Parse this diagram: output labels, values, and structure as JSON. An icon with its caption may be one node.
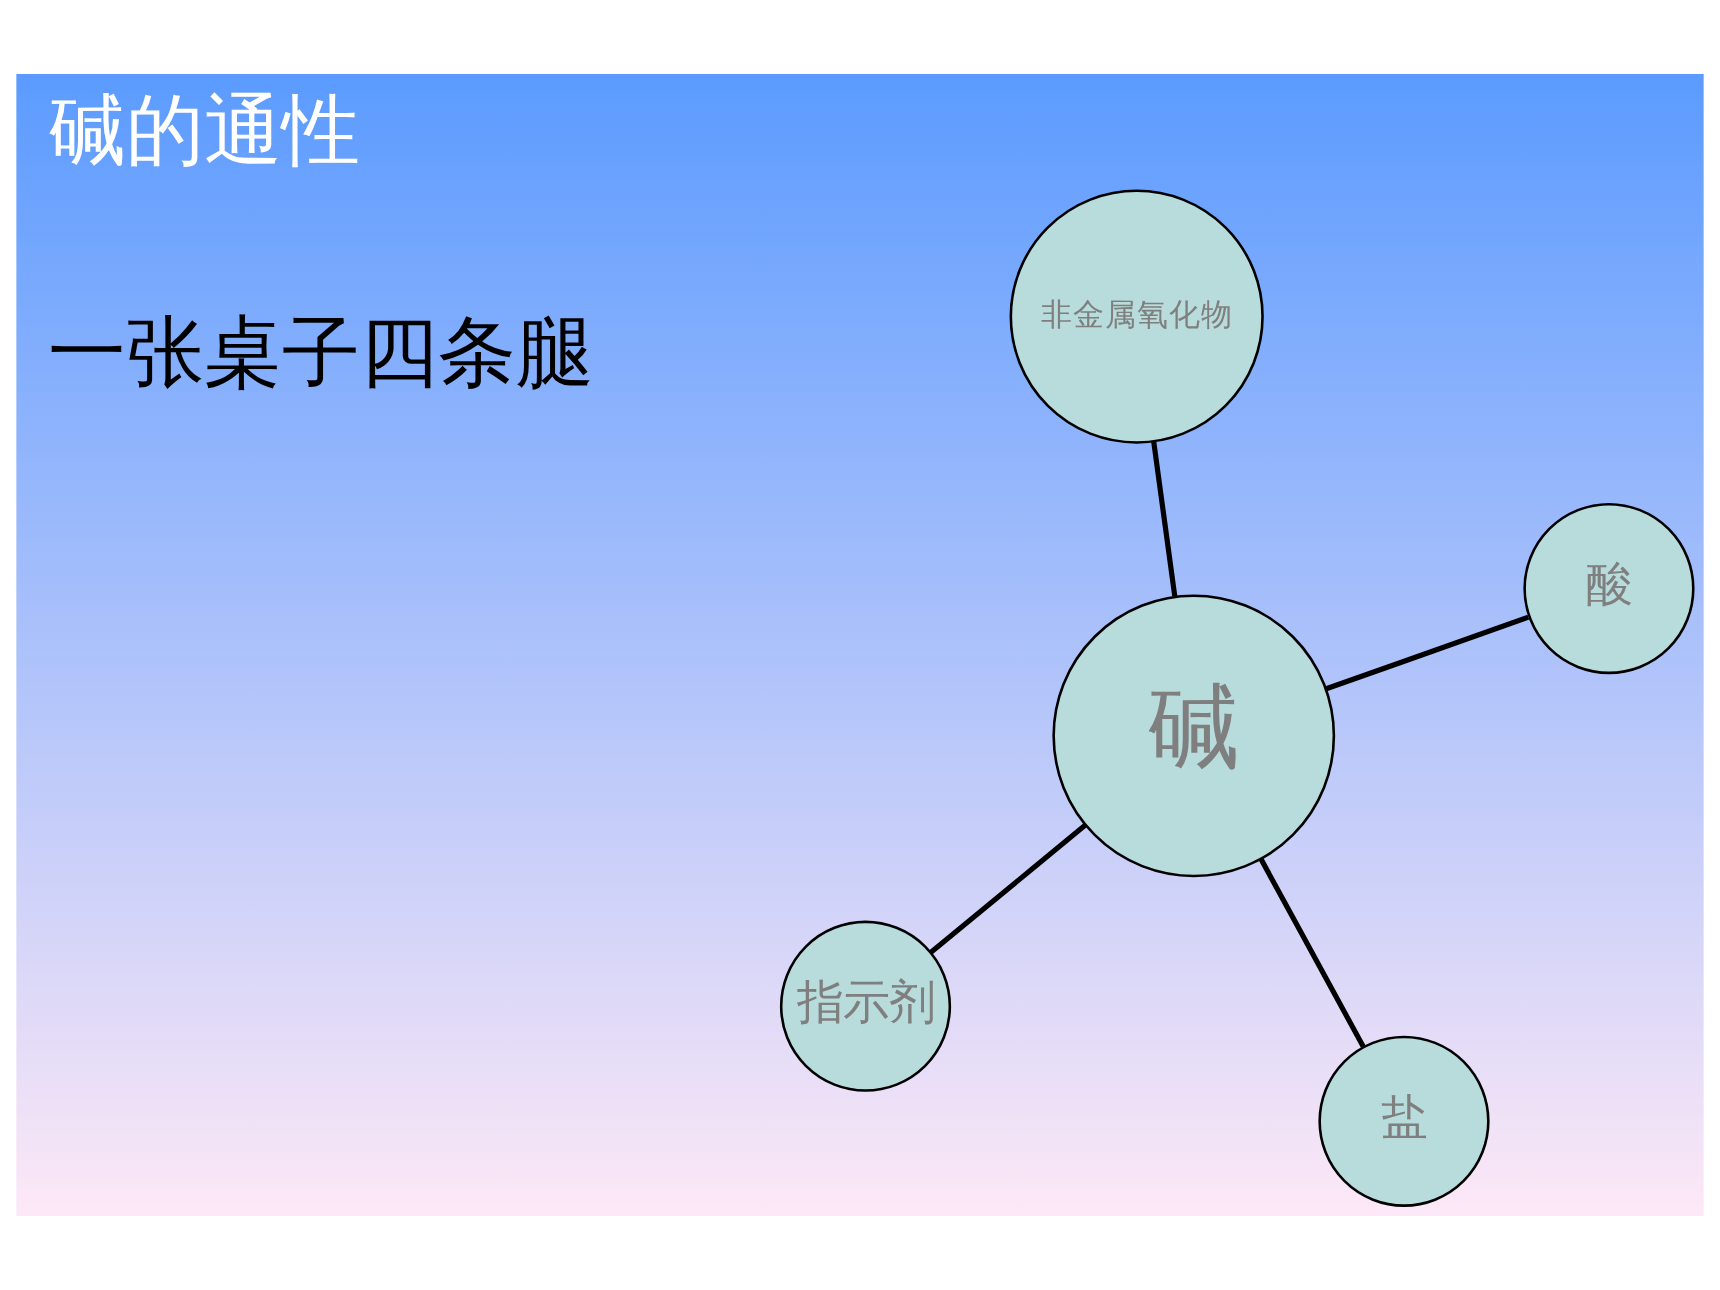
{
  "diagram": {
    "title": "碱的通性",
    "nodes": [
      {
        "text": [
          "指示剂"
        ]
      },
      {
        "text": [
          "盐"
        ]
      },
      {
        "text": [
          "碱"
        ]
      },
      {
        "text": [
          "非金属氧化物"
        ]
      },
      {
        "text": [
          "酸"
        ]
      }
    ],
    "edges": [
      {
        "from": 2,
        "to": 0,
        "arrow": "none"
      },
      {
        "from": 2,
        "to": 1,
        "arrow": "none"
      },
      {
        "from": 2,
        "to": 3,
        "arrow": "none"
      },
      {
        "from": 2,
        "to": 4,
        "arrow": "none"
      }
    ],
    "labels": [
      "一张桌子四条腿"
    ]
  }
}
